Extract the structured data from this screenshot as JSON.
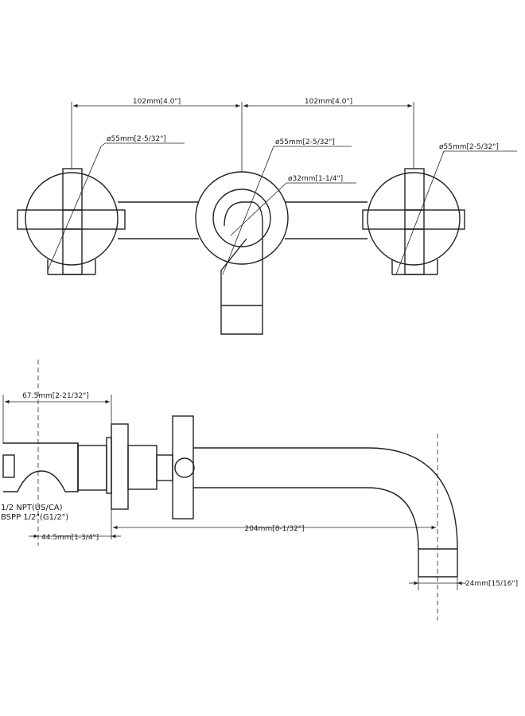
{
  "top_view": {
    "spacing_left": "102mm[4.0\"]",
    "spacing_right": "102mm[4.0\"]",
    "handle_left_dia": "ø55mm[2-5/32\"]",
    "escutcheon_dia": "ø55mm[2-5/32\"]",
    "handle_right_dia": "ø55mm[2-5/32\"]",
    "spout_dia": "ø32mm[1-1/4\"]"
  },
  "side_view": {
    "valve_depth": "67.5mm[2-21/32\"]",
    "thread_npt": "1/2 NPT(US/CA)",
    "thread_bspp": "BSPP 1/2\"(G1/2\")",
    "rough_in": "44.5mm[1-3/4\"]",
    "spout_reach": "204mm[8-1/32\"]",
    "spout_width": "24mm[15/16\"]"
  }
}
